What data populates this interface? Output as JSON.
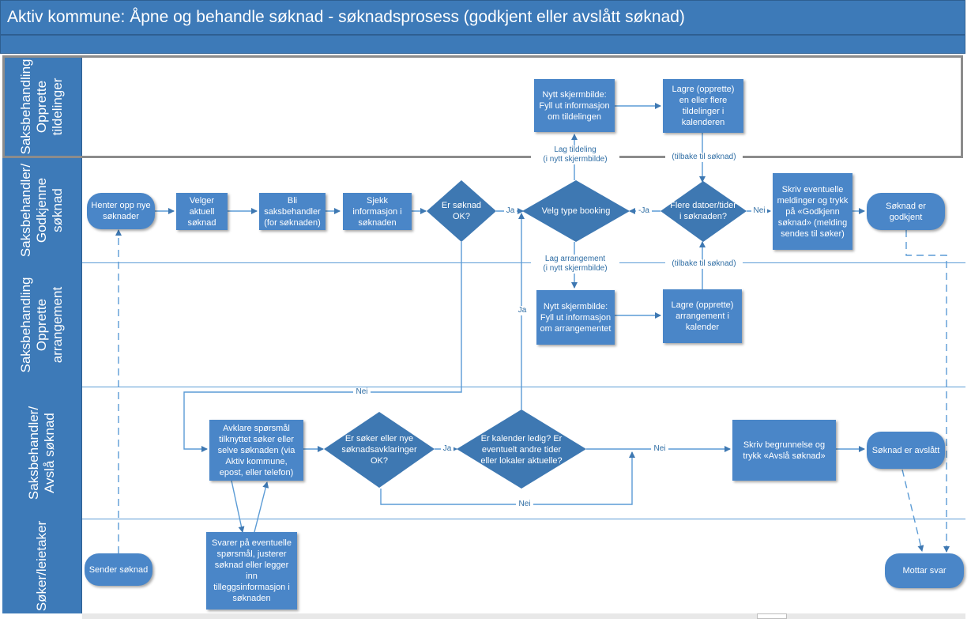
{
  "title": "Aktiv kommune: Åpne og behandle søknad - søknadsprosess (godkjent eller avslått søknad)",
  "lanes": [
    {
      "label": "Saksbehandling\nOpprette\ntildelinger"
    },
    {
      "label": "Saksbehandler/\nGodkjenne\nsøknad"
    },
    {
      "label": "Saksbehandling\nOpprette\narrangement"
    },
    {
      "label": "Saksbehandler/\nAvslå søknad"
    },
    {
      "label": "Søker/leietaker"
    }
  ],
  "nodes": {
    "henter": "Henter opp nye søknader",
    "velger": "Velger aktuell søknad",
    "bli": "Bli saksbehandler (for søknaden)",
    "sjekk": "Sjekk informasjon i søknaden",
    "er_soknad_ok": "Er søknad OK?",
    "velg_type": "Velg type booking",
    "flere": "Flere datoer/tider i søknaden?",
    "skriv_meldinger": "Skriv eventuelle meldinger og trykk på «Godkjenn søknad» (melding sendes til søker)",
    "soknad_godkjent": "Søknad er godkjent",
    "nytt_tildeling": "Nytt skjermbilde: Fyll ut informasjon om tildelingen",
    "lagre_tildeling": "Lagre (opprette) en eller flere tildelinger i kalenderen",
    "nytt_arrangement": "Nytt skjermbilde: Fyll ut informasjon om arrangementet",
    "lagre_arrangement": "Lagre (opprette) arrangement i kalender",
    "avklare": "Avklare spørsmål tilknyttet søker eller selve søknaden (via Aktiv kommune, epost, eller telefon)",
    "soker_ok": "Er søker eller nye søknadsavklaringer OK?",
    "kalender_ledig": "Er kalender ledig? Er eventuelt andre tider eller lokaler aktuelle?",
    "skriv_begrunnelse": "Skriv begrunnelse og trykk «Avslå søknad»",
    "soknad_avslatt": "Søknad er avslått",
    "sender": "Sender søknad",
    "svarer": "Svarer på eventuelle spørsmål, justerer søknad eller legger inn tilleggsinformasjon i søknaden",
    "mottar": "Mottar svar"
  },
  "edge_labels": {
    "ja_1": "Ja",
    "ja_2": "-Ja",
    "nei_1": "Nei",
    "lag_tildeling": "Lag tildeling\n(i nytt skjermbilde)",
    "tilbake_1": "(tilbake til søknad)",
    "lag_arrangement": "Lag arrangement\n(i nytt skjermbilde)",
    "tilbake_2": "(tilbake til søknad)",
    "ja_3": "Ja",
    "nei_2": "Nei",
    "ja_4": "Ja",
    "nei_3": "Nei",
    "nei_4": "Nei"
  },
  "colors": {
    "lane_header": "#3d7ab8",
    "shape_fill": "#4a86c8",
    "diamond_fill": "#3e78b2",
    "connector": "#5b9bd5"
  }
}
